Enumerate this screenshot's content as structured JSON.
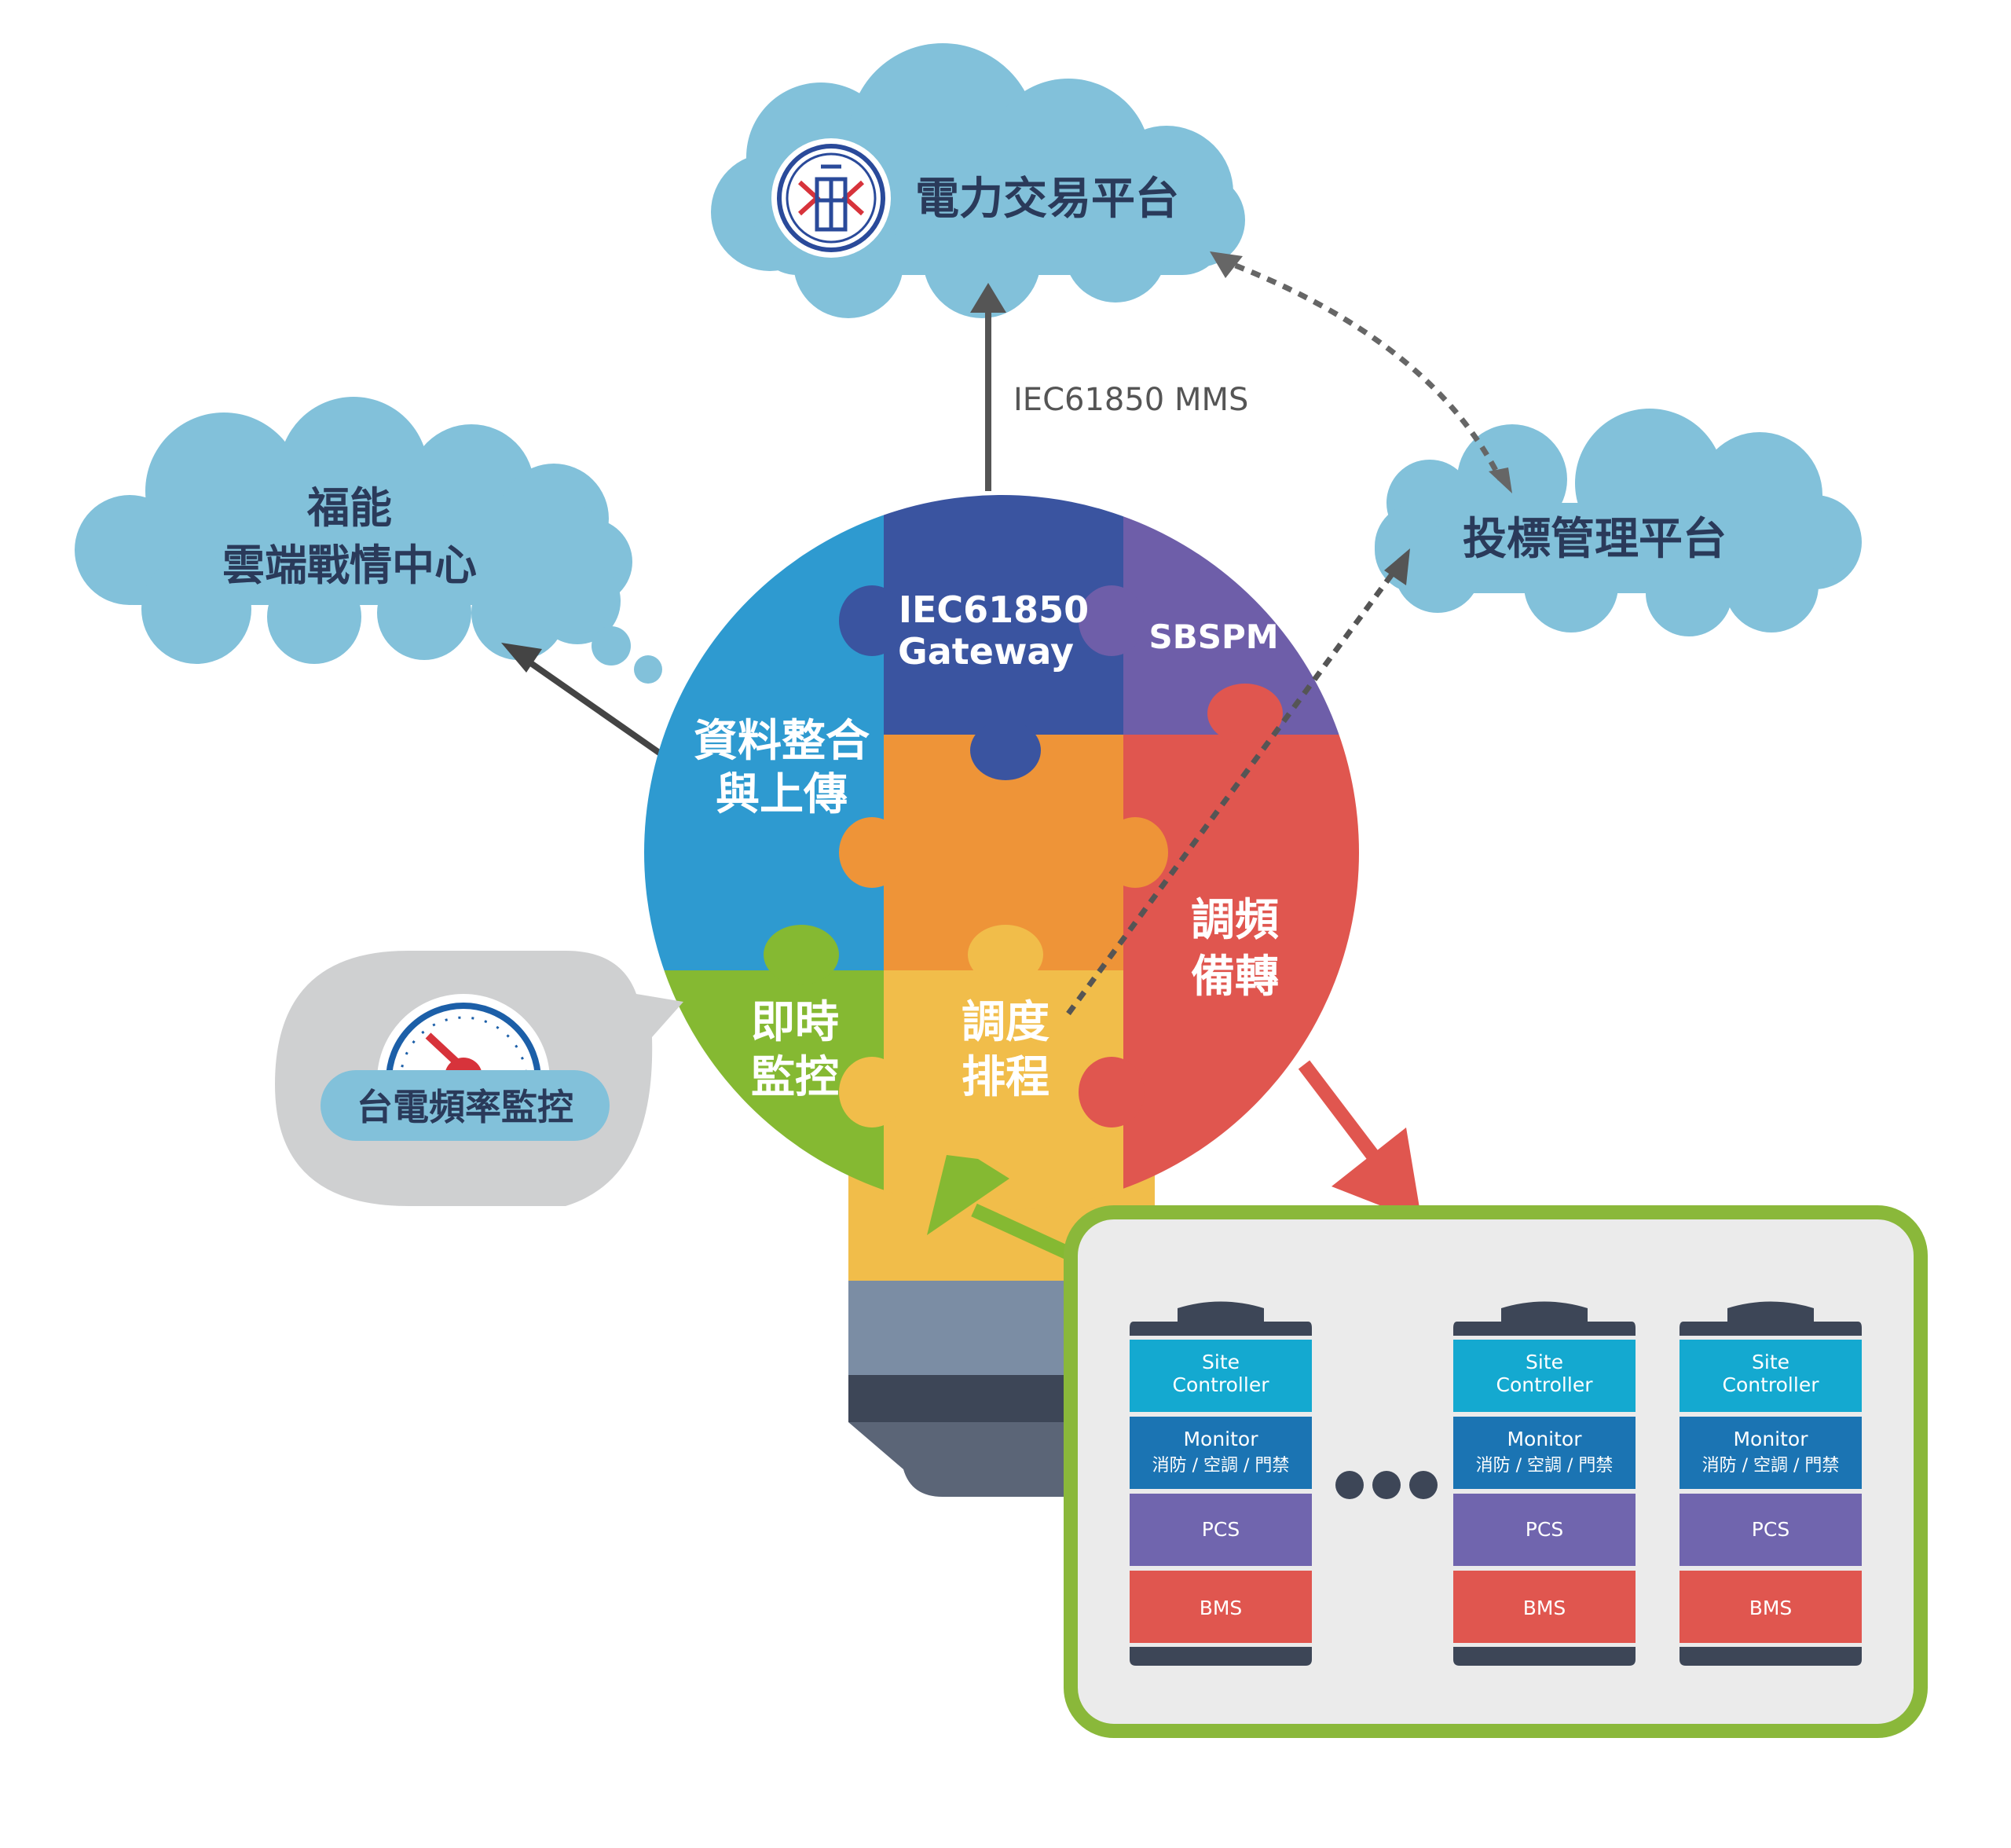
{
  "clouds": {
    "trading": {
      "label": "電力交易平台",
      "logo": "taipower-logo"
    },
    "center": {
      "line1": "福能",
      "line2": "雲端戰情中心"
    },
    "bidding": {
      "label": "投標管理平台"
    }
  },
  "protocol_label": "IEC61850 MMS",
  "puzzle": {
    "gateway": {
      "line1": "IEC61850",
      "line2": "Gateway",
      "color": "#3A54A0"
    },
    "sbspm": {
      "label": "SBSPM",
      "color": "#6E5EA9"
    },
    "data": {
      "line1": "資料整合",
      "line2": "與上傳",
      "color": "#2E9AD0"
    },
    "center_piece": {
      "color": "#EE9438"
    },
    "regulation": {
      "line1": "調頻",
      "line2": "備轉",
      "color": "#E0564F"
    },
    "monitor": {
      "line1": "即時",
      "line2": "監控",
      "color": "#85B932"
    },
    "dispatch": {
      "line1": "調度",
      "line2": "排程",
      "color": "#F1BD4A"
    }
  },
  "frequency_bubble": {
    "label": "台電頻率監控",
    "icon": "gauge-icon"
  },
  "sites": [
    {
      "site": "Site\nController",
      "monitor": "Monitor",
      "sub": "消防 / 空調 / 門禁",
      "pcs": "PCS",
      "bms": "BMS"
    },
    {
      "site": "Site\nController",
      "monitor": "Monitor",
      "sub": "消防 / 空調 / 門禁",
      "pcs": "PCS",
      "bms": "BMS"
    },
    {
      "site": "Site\nController",
      "monitor": "Monitor",
      "sub": "消防 / 空調 / 門禁",
      "pcs": "PCS",
      "bms": "BMS"
    }
  ],
  "colors": {
    "cloud": "#82C1DA",
    "frame": "#8AB83A",
    "site_controller": "#14A9D0",
    "monitor": "#1B74B3",
    "pcs": "#7065AE",
    "bms": "#E0564F",
    "battery_cap": "#3D4657"
  }
}
